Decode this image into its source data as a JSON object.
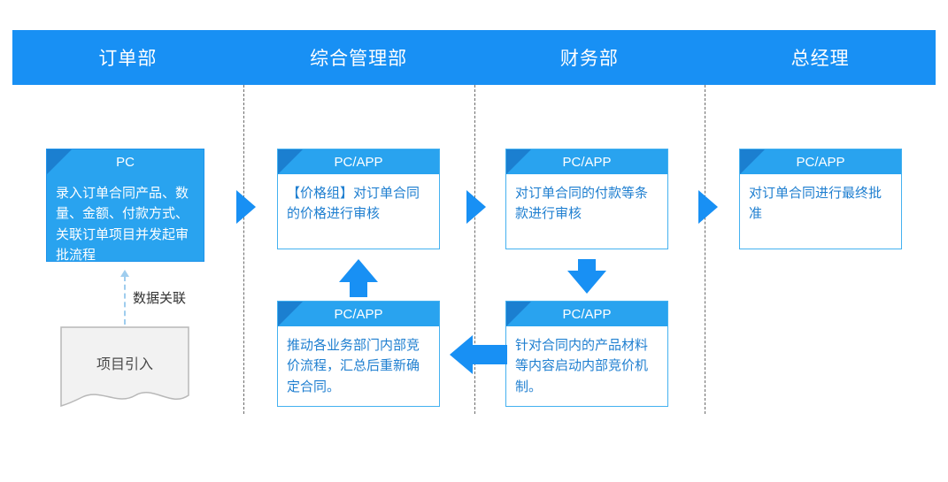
{
  "header": {
    "lanes": [
      {
        "label": "订单部"
      },
      {
        "label": "综合管理部"
      },
      {
        "label": "财务部"
      },
      {
        "label": "总经理"
      }
    ],
    "background_color": "#1890f4",
    "text_color": "#ffffff"
  },
  "cards": [
    {
      "id": "order-entry",
      "head": "PC",
      "body": "录入订单合同产品、数量、金额、付款方式、关联订单项目并发起审批流程",
      "style": "filled"
    },
    {
      "id": "price-review",
      "head": "PC/APP",
      "body": "【价格组】对订单合同的价格进行审核",
      "style": "outline"
    },
    {
      "id": "finance-review",
      "head": "PC/APP",
      "body": "对订单合同的付款等条款进行审核",
      "style": "outline"
    },
    {
      "id": "gm-approval",
      "head": "PC/APP",
      "body": "对订单合同进行最终批准",
      "style": "outline"
    },
    {
      "id": "bidding-process",
      "head": "PC/APP",
      "body": "推动各业务部门内部竞价流程，汇总后重新确定合同。",
      "style": "outline"
    },
    {
      "id": "bidding-trigger",
      "head": "PC/APP",
      "body": "针对合同内的产品材料等内容启动内部竞价机制。",
      "style": "outline"
    }
  ],
  "connectors": {
    "data_link_label": "数据关联"
  },
  "document": {
    "label": "项目引入"
  },
  "colors": {
    "brand_blue": "#1890f4",
    "card_head_blue": "#29a3ef",
    "card_border": "#44b1f0",
    "card_text": "#1f7fd0",
    "dashed_lane": "#6b6b6b",
    "dashed_link": "#9fcdee",
    "doc_border": "#b8b8b8"
  }
}
